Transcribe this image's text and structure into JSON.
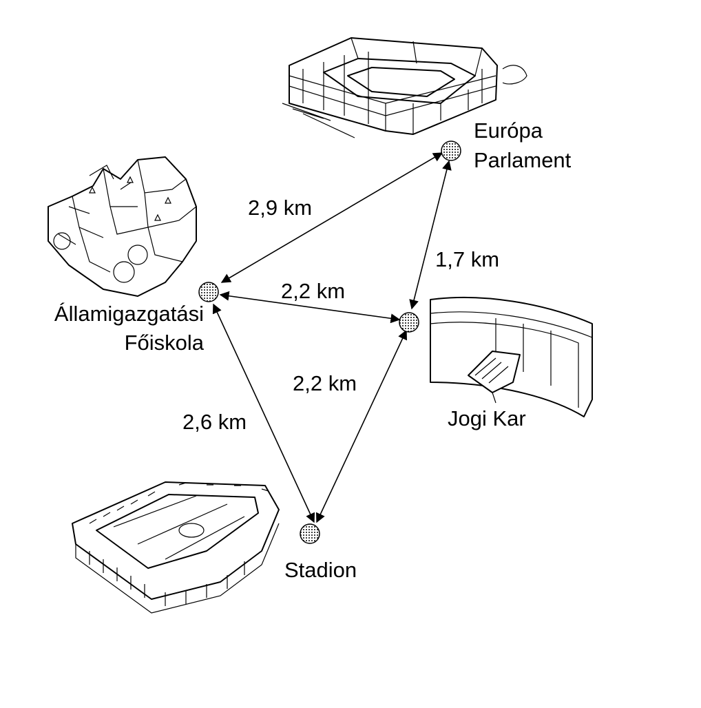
{
  "places": {
    "europa_parlament": {
      "line1": "Európa",
      "line2": "Parlament"
    },
    "allamigazgatasi": {
      "line1": "Államigazgatási",
      "line2": "Főiskola"
    },
    "jogi_kar": {
      "label": "Jogi Kar"
    },
    "stadion": {
      "label": "Stadion"
    }
  },
  "distances": {
    "allam_europa": "2,9 km",
    "europa_jogi": "1,7 km",
    "allam_jogi": "2,2 km",
    "jogi_stadion": "2,2 km",
    "allam_stadion": "2,6 km"
  },
  "colors": {
    "ink": "#000000",
    "background": "#ffffff"
  }
}
